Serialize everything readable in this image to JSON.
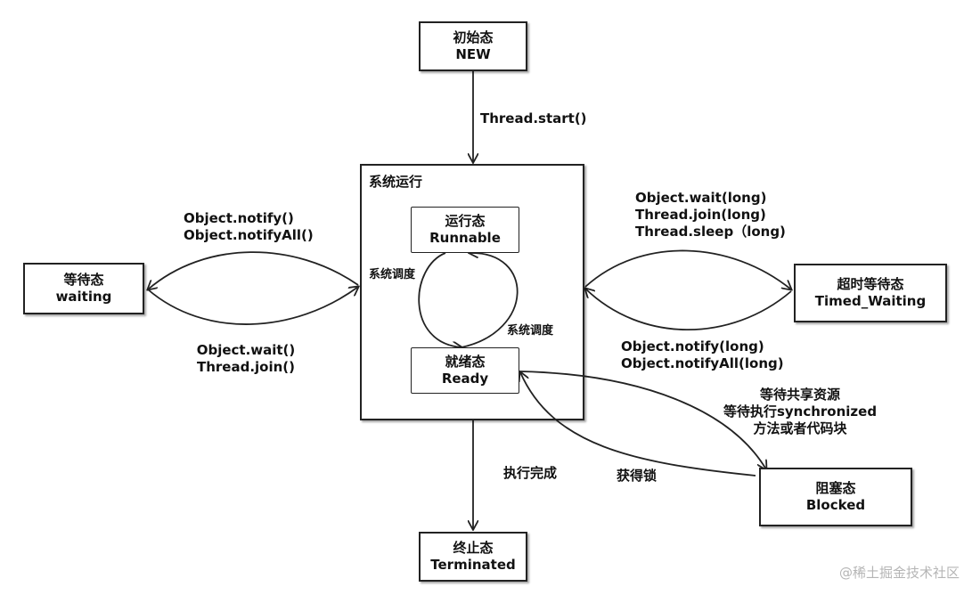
{
  "colors": {
    "line": "#222222",
    "text": "#111111",
    "watermark": "#b5b5b5",
    "background": "#ffffff"
  },
  "nodes": {
    "new": {
      "zh": "初始态",
      "en": "NEW"
    },
    "runnable": {
      "zh": "运行态",
      "en": "Runnable"
    },
    "ready": {
      "zh": "就绪态",
      "en": "Ready"
    },
    "waiting": {
      "zh": "等待态",
      "en": "waiting"
    },
    "timed_waiting": {
      "zh": "超时等待态",
      "en": "Timed_Waiting"
    },
    "blocked": {
      "zh": "阻塞态",
      "en": "Blocked"
    },
    "terminated": {
      "zh": "终止态",
      "en": "Terminated"
    }
  },
  "group": {
    "label": "系统运行"
  },
  "edges": {
    "start": "Thread.start()",
    "schedule_left": "系统调度",
    "schedule_right": "系统调度",
    "to_waiting": [
      "Object.wait()",
      "Thread.join()"
    ],
    "from_waiting": [
      "Object.notify()",
      "Object.notifyAll()"
    ],
    "to_timed": [
      "Object.wait(long)",
      "Thread.join(long)",
      "Thread.sleep（long)"
    ],
    "from_timed": [
      "Object.notify(long)",
      "Object.notifyAll(long)"
    ],
    "to_blocked": [
      "等待共享资源",
      "等待执行synchronized",
      "方法或者代码块"
    ],
    "from_blocked": "获得锁",
    "finish": "执行完成"
  },
  "watermark": "@稀土掘金技术社区"
}
